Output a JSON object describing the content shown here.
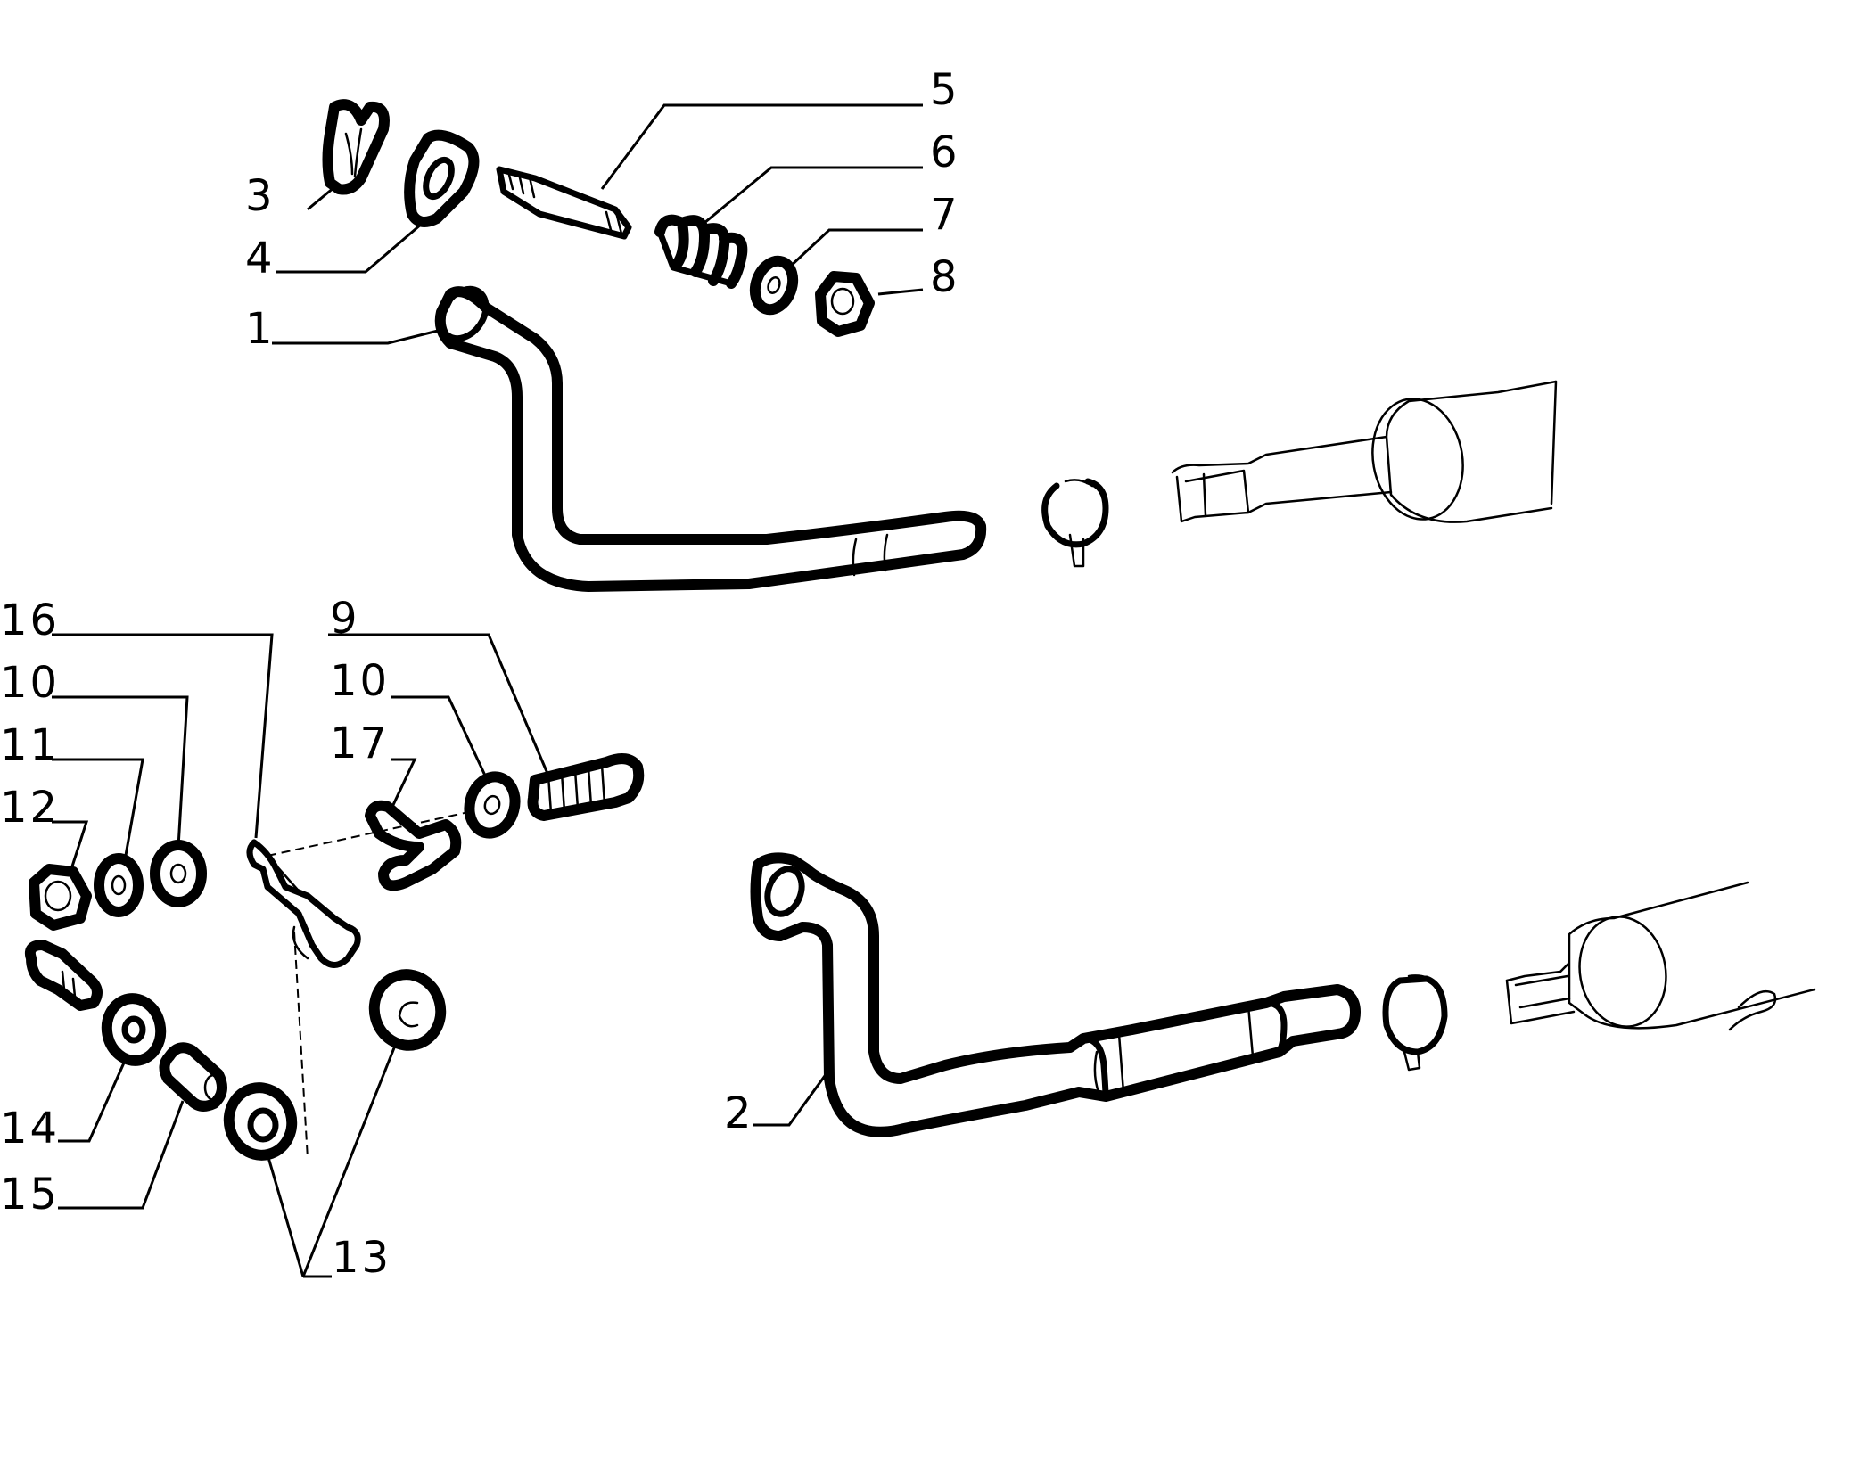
{
  "diagram": {
    "callouts": [
      {
        "id": "c1",
        "text": "1"
      },
      {
        "id": "c2",
        "text": "2"
      },
      {
        "id": "c3",
        "text": "3"
      },
      {
        "id": "c4",
        "text": "4"
      },
      {
        "id": "c5",
        "text": "5"
      },
      {
        "id": "c6",
        "text": "6"
      },
      {
        "id": "c7",
        "text": "7"
      },
      {
        "id": "c8",
        "text": "8"
      },
      {
        "id": "c9",
        "text": "9"
      },
      {
        "id": "c10a",
        "text": "10"
      },
      {
        "id": "c10b",
        "text": "10"
      },
      {
        "id": "c11",
        "text": "11"
      },
      {
        "id": "c12",
        "text": "12"
      },
      {
        "id": "c13",
        "text": "13"
      },
      {
        "id": "c14",
        "text": "14"
      },
      {
        "id": "c15",
        "text": "15"
      },
      {
        "id": "c16",
        "text": "16"
      },
      {
        "id": "c17",
        "text": "17"
      }
    ]
  }
}
